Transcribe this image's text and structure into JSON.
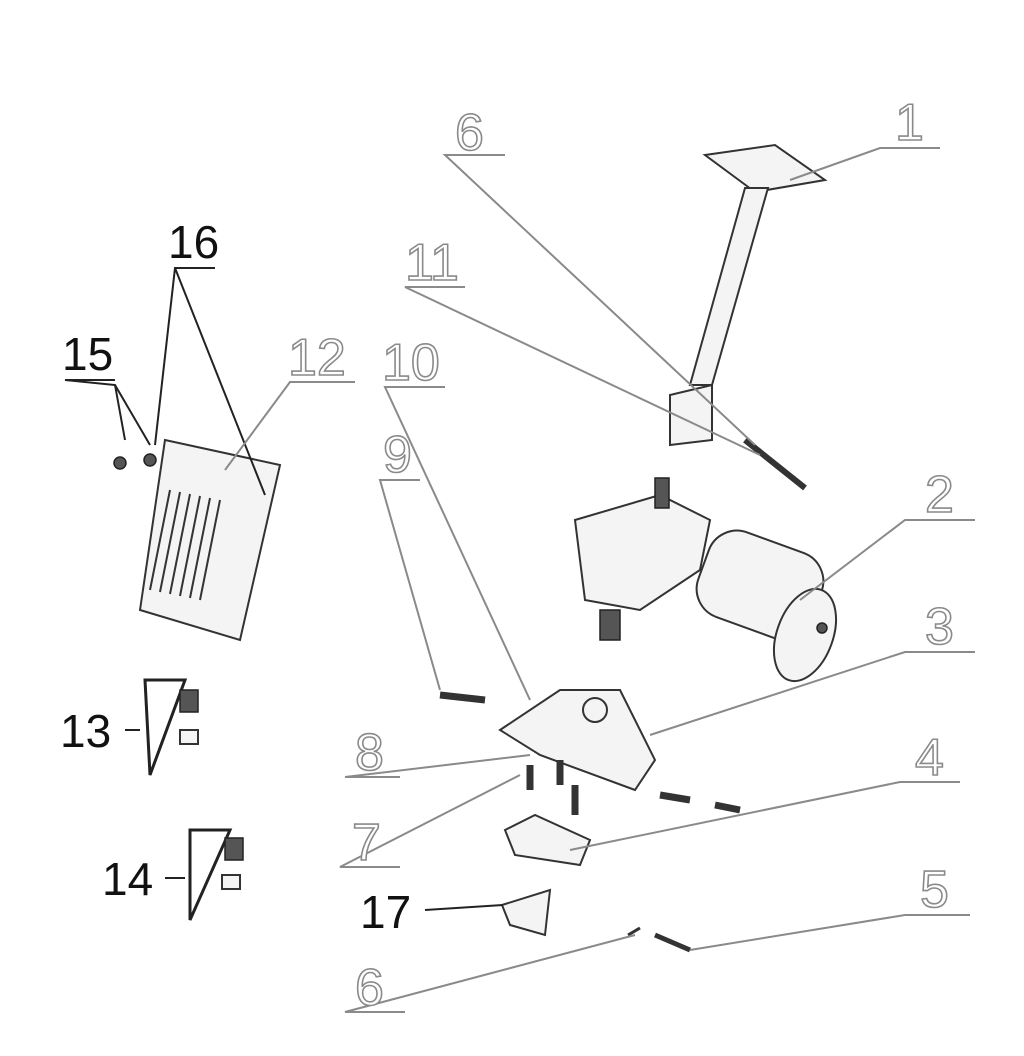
{
  "diagram": {
    "type": "exploded parts diagram",
    "callouts": [
      {
        "id": "c1",
        "label": "1"
      },
      {
        "id": "c6a",
        "label": "6"
      },
      {
        "id": "c11",
        "label": "11"
      },
      {
        "id": "c16",
        "label": "16"
      },
      {
        "id": "c15",
        "label": "15"
      },
      {
        "id": "c12",
        "label": "12"
      },
      {
        "id": "c10",
        "label": "10"
      },
      {
        "id": "c9",
        "label": "9"
      },
      {
        "id": "c2",
        "label": "2"
      },
      {
        "id": "c3",
        "label": "3"
      },
      {
        "id": "c8",
        "label": "8"
      },
      {
        "id": "c4",
        "label": "4"
      },
      {
        "id": "c7",
        "label": "7"
      },
      {
        "id": "c5",
        "label": "5"
      },
      {
        "id": "c17",
        "label": "17"
      },
      {
        "id": "c6b",
        "label": "6"
      },
      {
        "id": "c13",
        "label": "13"
      },
      {
        "id": "c14",
        "label": "14"
      }
    ]
  }
}
